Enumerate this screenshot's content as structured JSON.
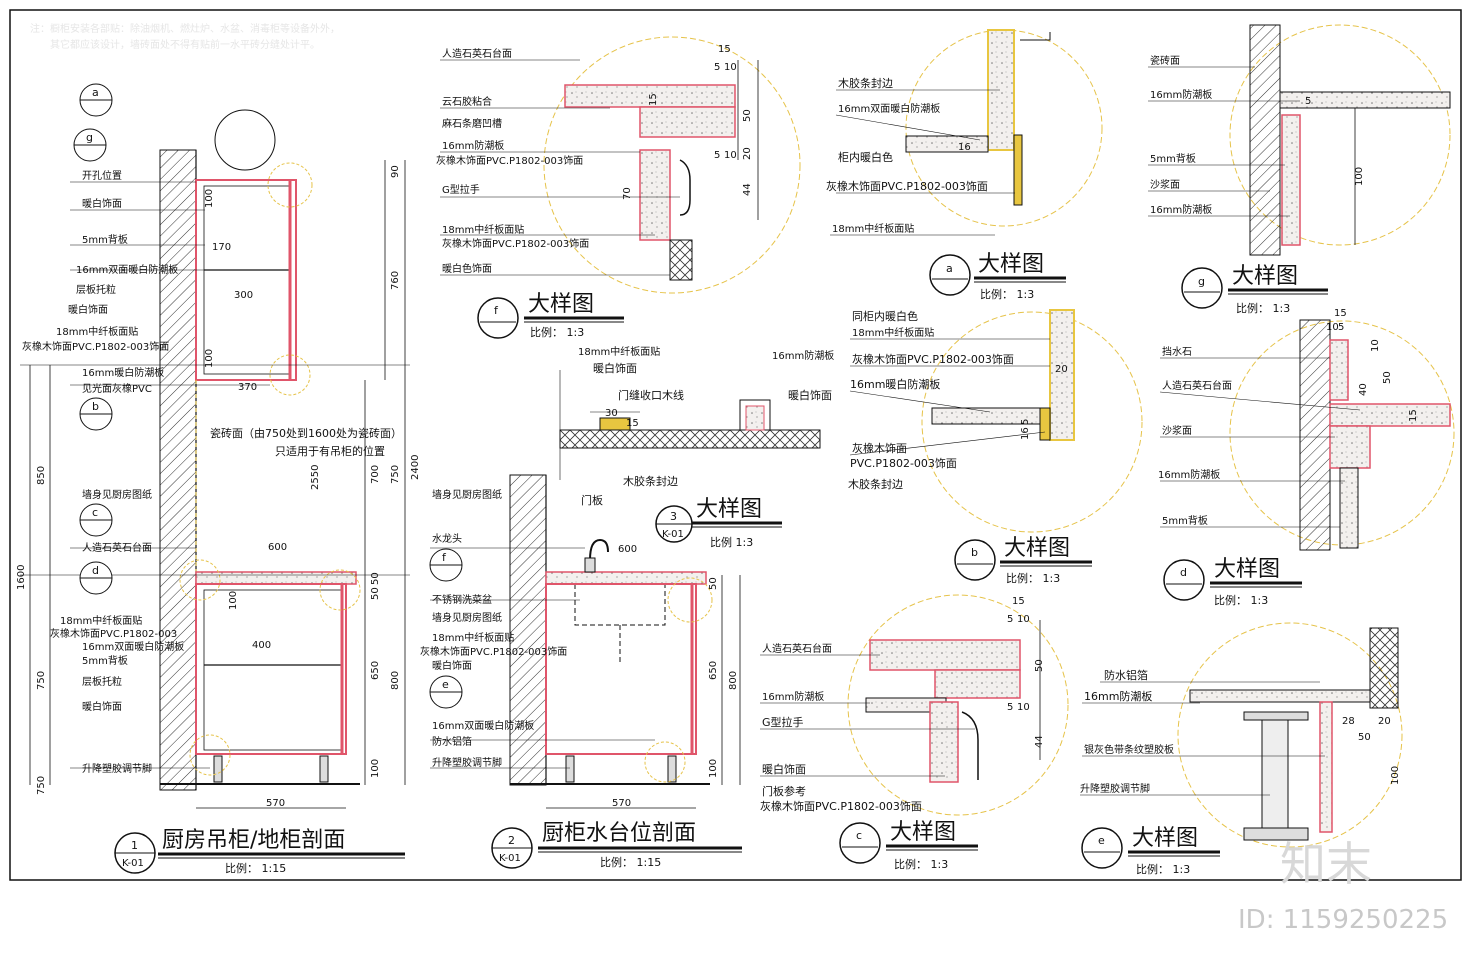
{
  "note": {
    "line1": "注：橱柜安装各部贴：除油烟机、燃灶炉、水盆、消毒柜等设备外外，",
    "line2": "其它都应该设计，墙砖面处不得有贴前一水平砖分缝处计平。"
  },
  "section1": {
    "bubble_top": "1",
    "bubble_bottom": "K-01",
    "title": "厨房吊柜/地柜剖面",
    "scale": "比例：   1:15",
    "bubbles": [
      "a",
      "g",
      "b",
      "c",
      "d"
    ],
    "labels": [
      "开孔位置",
      "暖白饰面",
      "5mm背板",
      "16mm双面暖白防潮板",
      "层板托粒",
      "暖白饰面",
      "18mm中纤板面贴",
      "灰橡木饰面PVC.P1802-003饰面",
      "16mm暖白防潮板",
      "见光面灰橡PVC",
      "瓷砖面（由750处到1600处为瓷砖面）",
      "只适用于有吊柜的位置",
      "墙身见厨房图纸",
      "人造石英石台面",
      "18mm中纤板面贴",
      "灰橡木饰面PVC.P1802-003",
      "16mm双面暖白防潮板",
      "5mm背板",
      "层板托粒",
      "暖白饰面",
      "升降塑胶调节脚"
    ],
    "dims": [
      "90",
      "760",
      "100",
      "170",
      "300",
      "100",
      "370",
      "2400",
      "2550",
      "850",
      "750",
      "700",
      "1600",
      "750",
      "600",
      "50",
      "50",
      "100",
      "400",
      "650",
      "800",
      "100",
      "750",
      "570"
    ]
  },
  "section2": {
    "bubble_top": "2",
    "bubble_bottom": "K-01",
    "title": "厨柜水台位剖面",
    "scale": "比例：   1:15",
    "bubbles": [
      "f",
      "e"
    ],
    "labels": [
      "墙身见厨房图纸",
      "水龙头",
      "不锈钢洗菜盆",
      "墙身见厨房图纸",
      "18mm中纤板面贴",
      "灰橡木饰面PVC.P1802-003饰面",
      "暖白饰面",
      "16mm双面暖白防潮板",
      "防水铝箔",
      "升降塑胶调节脚"
    ],
    "dims": [
      "600",
      "50",
      "650",
      "800",
      "100",
      "570"
    ]
  },
  "detail3": {
    "bubble_top": "3",
    "bubble_bottom": "K-01",
    "title": "大样图",
    "scale": "比例 1:3",
    "labels": [
      "18mm中纤板面贴",
      "暖白饰面",
      "门缝收口木线",
      "16mm防潮板",
      "暖白饰面",
      "木胶条封边",
      "门板"
    ],
    "dims": [
      "30",
      "15"
    ]
  },
  "detail_f": {
    "bubble": "f",
    "title": "大样图",
    "scale": "比例：    1:3",
    "labels": [
      "人造石英石台面",
      "云石胶粘合",
      "麻石条磨凹槽",
      "16mm防潮板",
      "灰橡木饰面PVC.P1802-003饰面",
      "G型拉手",
      "18mm中纤板面贴",
      "灰橡木饰面PVC.P1802-003饰面",
      "暖白色饰面"
    ],
    "dims": [
      "15",
      "5",
      "10",
      "50",
      "15",
      "5",
      "10",
      "44",
      "20",
      "70"
    ]
  },
  "detail_a": {
    "bubble": "a",
    "title": "大样图",
    "scale": "比例：    1:3",
    "labels": [
      "木胶条封边",
      "16mm双面暖白防潮板",
      "柜内暖白色",
      "灰橡木饰面PVC.P1802-003饰面",
      "18mm中纤板面贴"
    ],
    "dims": [
      "16"
    ]
  },
  "detail_g": {
    "bubble": "g",
    "title": "大样图",
    "scale": "比例：    1:3",
    "labels": [
      "瓷砖面",
      "16mm防潮板",
      "5mm背板",
      "沙浆面",
      "16mm防潮板"
    ],
    "dims": [
      "5",
      "100"
    ]
  },
  "detail_b": {
    "bubble": "b",
    "title": "大样图",
    "scale": "比例：    1:3",
    "labels": [
      "同柜内暖白色",
      "18mm中纤板面贴",
      "灰橡木饰面PVC.P1802-003饰面",
      "16mm暖白防潮板",
      "灰橡木饰面",
      "PVC.P1802-003饰面",
      "木胶条封边"
    ],
    "dims": [
      "20",
      "5",
      "16"
    ]
  },
  "detail_d": {
    "bubble": "d",
    "title": "大样图",
    "scale": "比例：    1:3",
    "labels": [
      "挡水石",
      "人造石英石台面",
      "沙浆面",
      "16mm防潮板",
      "5mm背板"
    ],
    "dims": [
      "15",
      "10",
      "5",
      "10",
      "40",
      "50",
      "15"
    ]
  },
  "detail_c": {
    "bubble": "c",
    "title": "大样图",
    "scale": "比例：    1:3",
    "labels": [
      "人造石英石台面",
      "16mm防潮板",
      "G型拉手",
      "暖白饰面",
      "门板参考",
      "灰橡木饰面PVC.P1802-003饰面"
    ],
    "dims": [
      "15",
      "5",
      "10",
      "50",
      "5",
      "10",
      "44"
    ]
  },
  "detail_e": {
    "bubble": "e",
    "title": "大样图",
    "scale": "比例：    1:3",
    "labels": [
      "防水铝箔",
      "16mm防潮板",
      "银灰色带条纹塑胶板",
      "升降塑胶调节脚"
    ],
    "dims": [
      "28",
      "20",
      "50",
      "100"
    ]
  },
  "watermark": {
    "brand": "知末",
    "id": "ID: 1159250225"
  },
  "colors": {
    "line": "#111111",
    "accent_red": "#e0556a",
    "accent_yellow": "#e8c640",
    "circle_yellow": "#e6c34a",
    "hatch_gray": "#555555"
  }
}
